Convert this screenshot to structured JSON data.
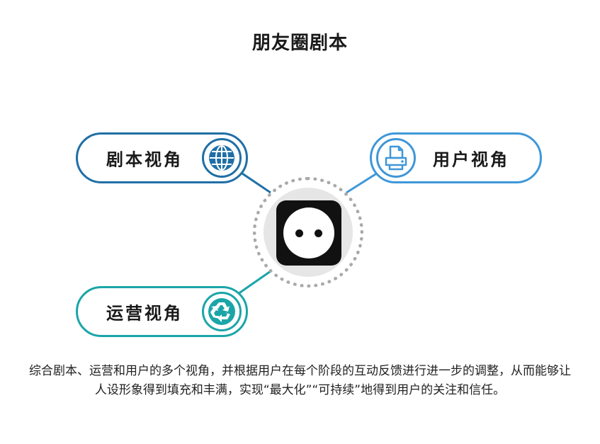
{
  "diagram": {
    "title": "朋友圈剧本",
    "nodes": [
      {
        "label": "剧本视角",
        "icon": "globe-icon",
        "color": "#1f6fa6"
      },
      {
        "label": "用户视角",
        "icon": "printer-icon",
        "color": "#3f97d8"
      },
      {
        "label": "运营视角",
        "icon": "recycle-icon",
        "color": "#1ba5a8"
      }
    ],
    "hub": {
      "icon": "face-logo-icon"
    },
    "description": "综合剧本、运营和用户的多个视角，并根据用户在每个阶段的互动反馈进行进一步的调整，从而能够让人设形象得到填充和丰满，实现“最大化”“可持续”地得到用户的关注和信任。"
  }
}
